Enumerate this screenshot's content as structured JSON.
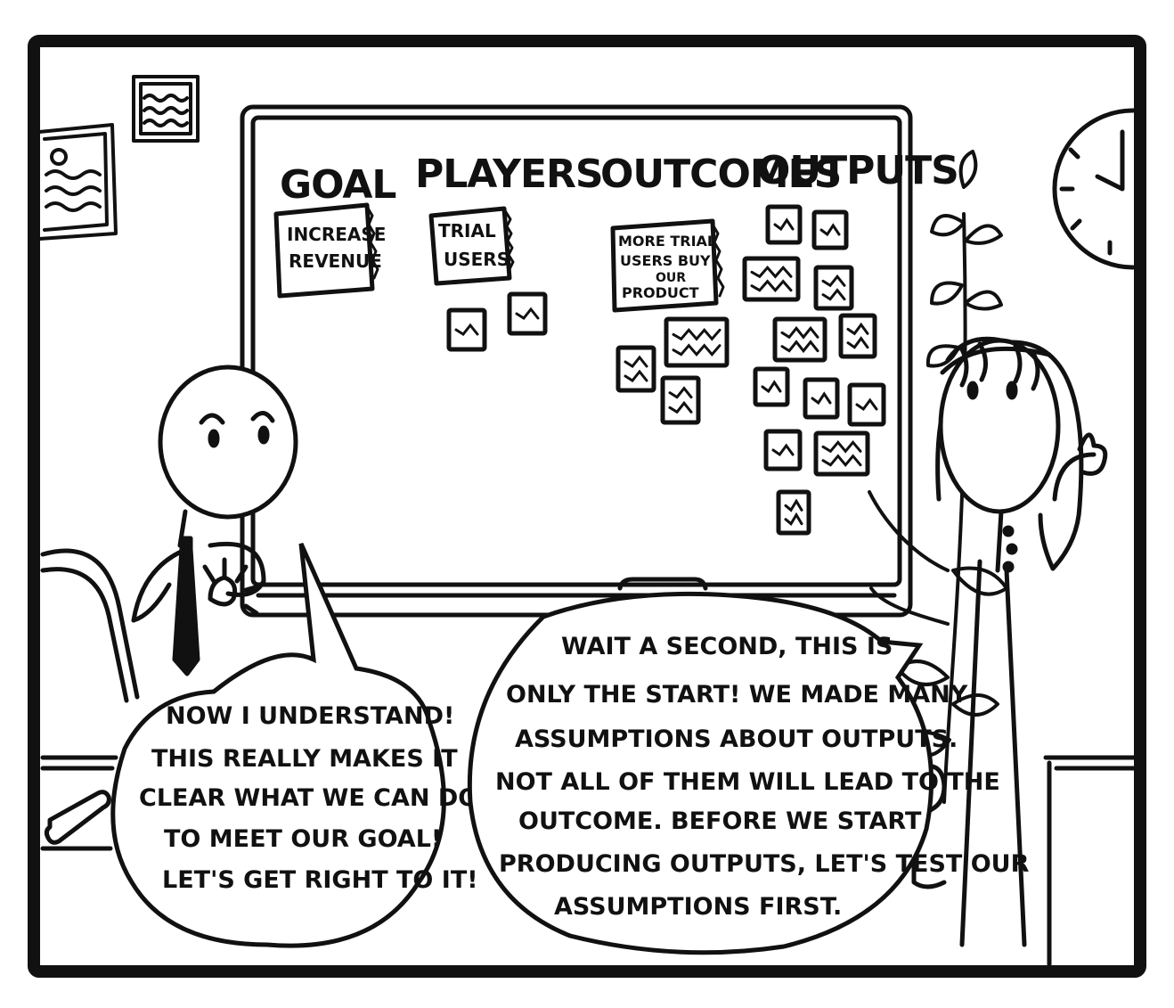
{
  "board": {
    "columns": [
      "GOAL",
      "PLAYERS",
      "OUTCOMES",
      "OUTPUTS"
    ],
    "goal_note": [
      "INCREASE",
      "REVENUE"
    ],
    "player_note": [
      "TRIAL",
      "USERS"
    ],
    "outcome_note": [
      "MORE TRIAL",
      "USERS BUY",
      "OUR",
      "PRODUCT"
    ]
  },
  "bubbles": {
    "man": [
      "NOW I UNDERSTAND!",
      "THIS REALLY MAKES IT",
      "CLEAR WHAT WE CAN DO",
      "TO MEET OUR GOAL!",
      "LET'S GET RIGHT TO IT!"
    ],
    "woman": [
      "WAIT A SECOND, THIS IS",
      "ONLY THE START! WE MADE MANY",
      "ASSUMPTIONS ABOUT OUTPUTS.",
      "NOT ALL OF THEM WILL LEAD TO THE",
      "OUTCOME. BEFORE WE START",
      "PRODUCING OUTPUTS, LET'S TEST OUR",
      "ASSUMPTIONS FIRST."
    ]
  }
}
